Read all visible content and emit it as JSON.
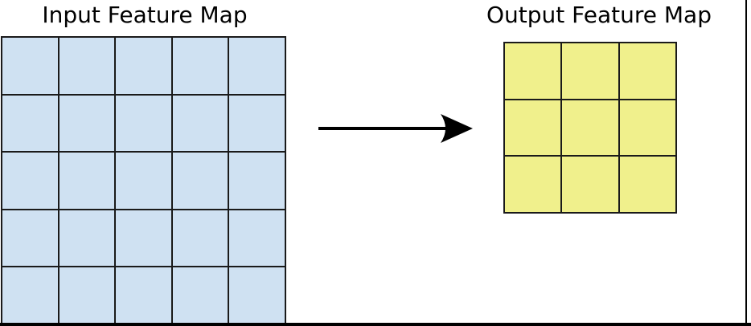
{
  "diagram": {
    "background_color": "#ffffff",
    "grid_line_color": "#1a1a1a",
    "border_color": "#000000",
    "input_map": {
      "title": "Input Feature Map",
      "rows": 5,
      "cols": 5,
      "cell_color": "#cfe1f2"
    },
    "output_map": {
      "title": "Output Feature Map",
      "rows": 3,
      "cols": 3,
      "cell_color": "#f0f08c"
    },
    "arrow": {
      "direction": "right",
      "color": "#000000"
    }
  }
}
